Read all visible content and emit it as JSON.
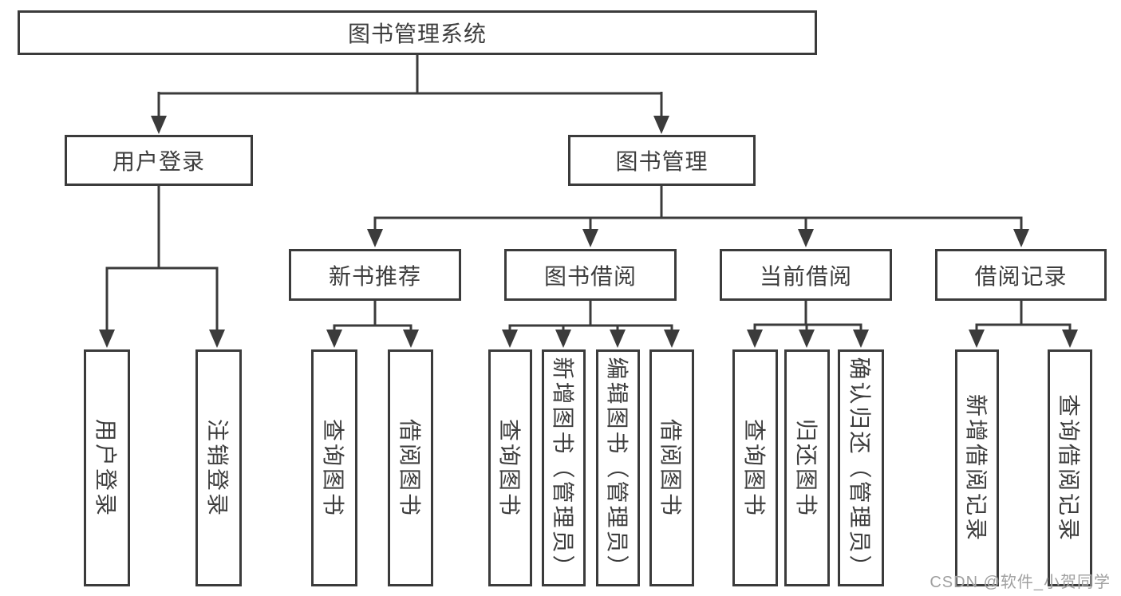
{
  "diagram_title": "图书管理系统",
  "watermark": "CSDN @软件_小贺同学",
  "colors": {
    "line": "#3b3b3b",
    "text": "#3d3d3d",
    "background": "#ffffff",
    "watermark": "#a0a0a0"
  },
  "tree": {
    "label": "图书管理系统",
    "children": [
      {
        "label": "用户登录",
        "children": [
          {
            "label": "用户登录"
          },
          {
            "label": "注销登录"
          }
        ]
      },
      {
        "label": "图书管理",
        "children": [
          {
            "label": "新书推荐",
            "children": [
              {
                "label": "查询图书"
              },
              {
                "label": "借阅图书"
              }
            ]
          },
          {
            "label": "图书借阅",
            "children": [
              {
                "label": "查询图书"
              },
              {
                "label": "新增图书（管理员）"
              },
              {
                "label": "编辑图书（管理员）"
              },
              {
                "label": "借阅图书"
              }
            ]
          },
          {
            "label": "当前借阅",
            "children": [
              {
                "label": "查询图书"
              },
              {
                "label": "归还图书"
              },
              {
                "label": "确认归还（管理员）"
              }
            ]
          },
          {
            "label": "借阅记录",
            "children": [
              {
                "label": "新增借阅记录"
              },
              {
                "label": "查询借阅记录"
              }
            ]
          }
        ]
      }
    ]
  }
}
